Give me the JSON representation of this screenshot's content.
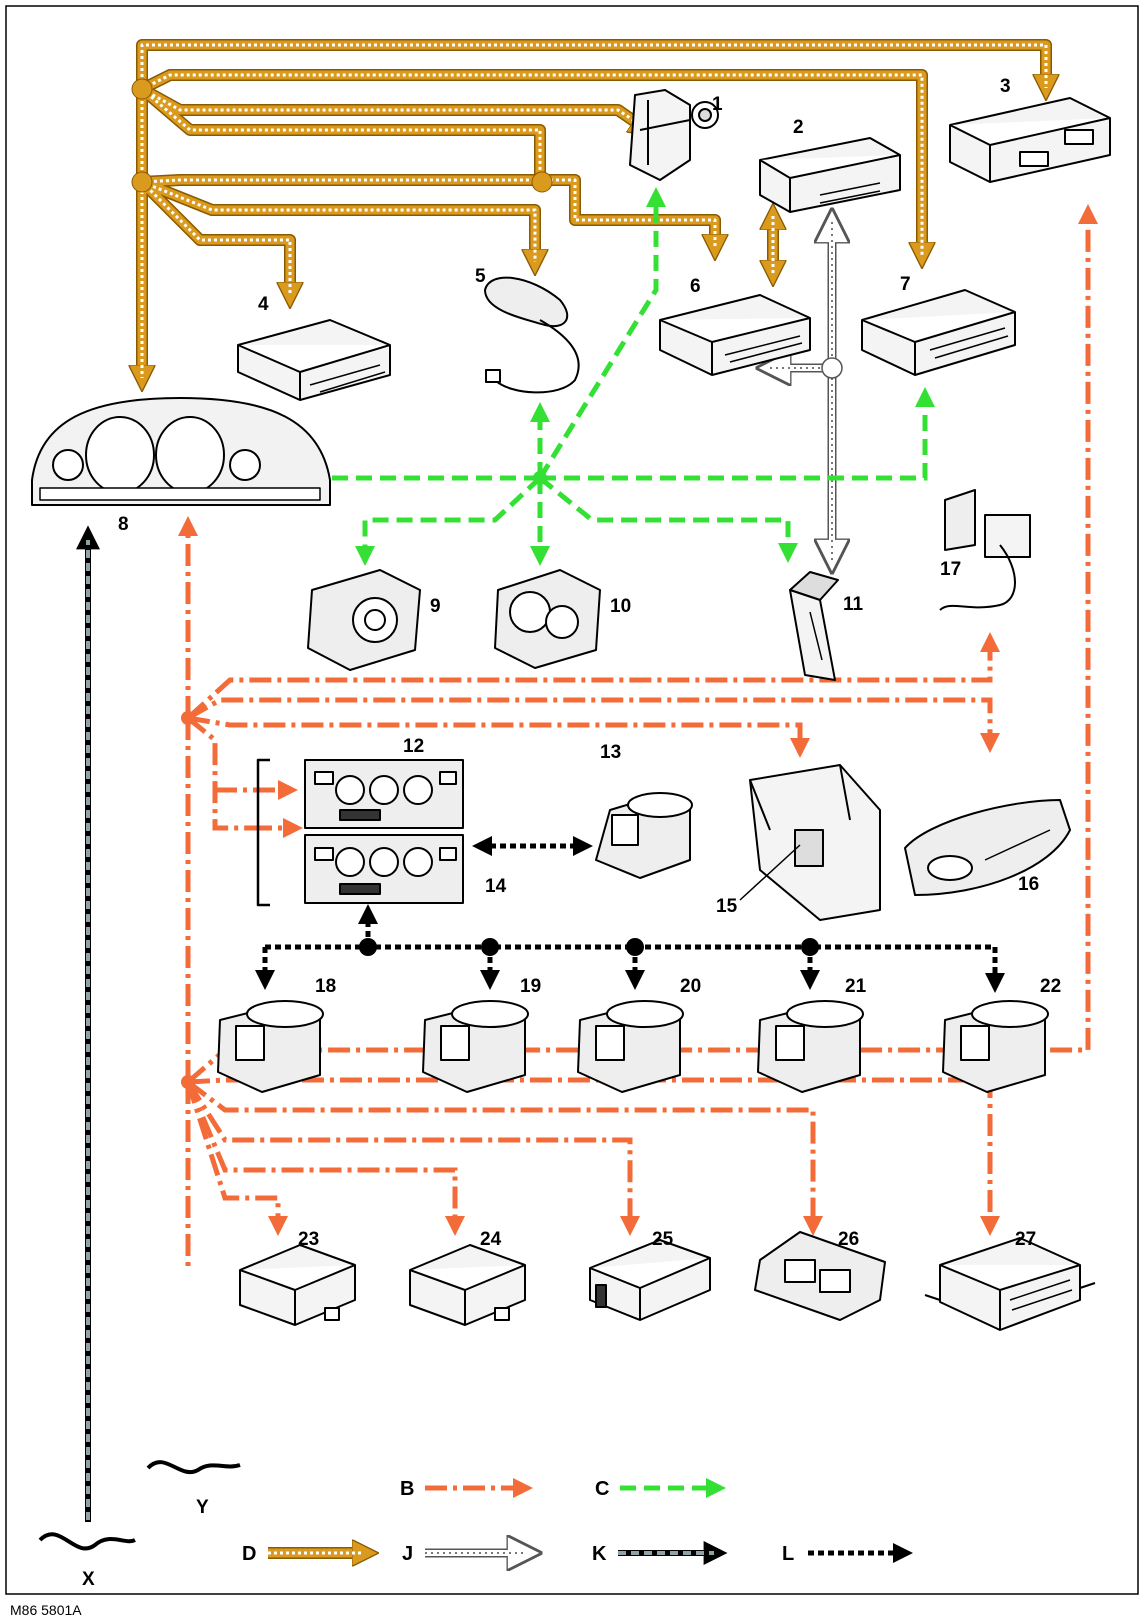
{
  "diagram": {
    "reference": "M86 5801A",
    "components": [
      {
        "id": "1",
        "icon": "ignition-switch-icon"
      },
      {
        "id": "2",
        "icon": "control-module-icon"
      },
      {
        "id": "3",
        "icon": "control-module-icon"
      },
      {
        "id": "4",
        "icon": "control-module-icon"
      },
      {
        "id": "5",
        "icon": "antenna-coil-icon"
      },
      {
        "id": "6",
        "icon": "control-module-icon"
      },
      {
        "id": "7",
        "icon": "control-module-icon"
      },
      {
        "id": "8",
        "icon": "instrument-cluster-icon"
      },
      {
        "id": "9",
        "icon": "switch-pack-icon"
      },
      {
        "id": "10",
        "icon": "switch-pack-icon"
      },
      {
        "id": "11",
        "icon": "diagnostic-socket-icon"
      },
      {
        "id": "12",
        "icon": "climate-control-panel-icon"
      },
      {
        "id": "13",
        "icon": "actuator-motor-icon"
      },
      {
        "id": "14",
        "icon": "climate-control-panel-icon"
      },
      {
        "id": "15",
        "icon": "steering-column-module-icon"
      },
      {
        "id": "16",
        "icon": "seat-switch-pack-icon"
      },
      {
        "id": "17",
        "icon": "harness-module-icon"
      },
      {
        "id": "18",
        "icon": "actuator-motor-icon"
      },
      {
        "id": "19",
        "icon": "actuator-motor-icon"
      },
      {
        "id": "20",
        "icon": "actuator-motor-icon"
      },
      {
        "id": "21",
        "icon": "actuator-motor-icon"
      },
      {
        "id": "22",
        "icon": "actuator-motor-icon"
      },
      {
        "id": "23",
        "icon": "control-module-icon"
      },
      {
        "id": "24",
        "icon": "control-module-icon"
      },
      {
        "id": "25",
        "icon": "connector-module-icon"
      },
      {
        "id": "26",
        "icon": "roof-console-module-icon"
      },
      {
        "id": "27",
        "icon": "control-module-icon"
      }
    ],
    "offpage": {
      "x": "X",
      "y": "Y"
    },
    "legend": [
      {
        "key": "B",
        "color": "#f26b38",
        "style": "dash-dot"
      },
      {
        "key": "C",
        "color": "#33e033",
        "style": "dashed"
      },
      {
        "key": "D",
        "color": "#d99a1e",
        "style": "hatched"
      },
      {
        "key": "J",
        "color": "#ffffff",
        "style": "dotted-hollow"
      },
      {
        "key": "K",
        "color": "#8fa3a6",
        "style": "dotted-grey"
      },
      {
        "key": "L",
        "color": "#000000",
        "style": "dashed-black"
      }
    ]
  }
}
